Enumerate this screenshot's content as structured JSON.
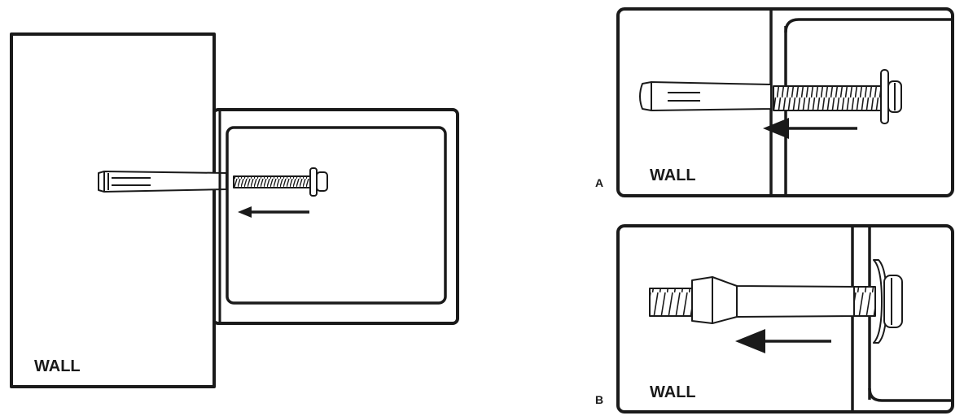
{
  "main_diagram": {
    "wall_label": "WALL"
  },
  "detail_a": {
    "panel_letter": "A",
    "wall_label": "WALL"
  },
  "detail_b": {
    "panel_letter": "B",
    "wall_label": "WALL"
  },
  "colors": {
    "stroke": "#1a1a1a",
    "background": "#ffffff"
  }
}
